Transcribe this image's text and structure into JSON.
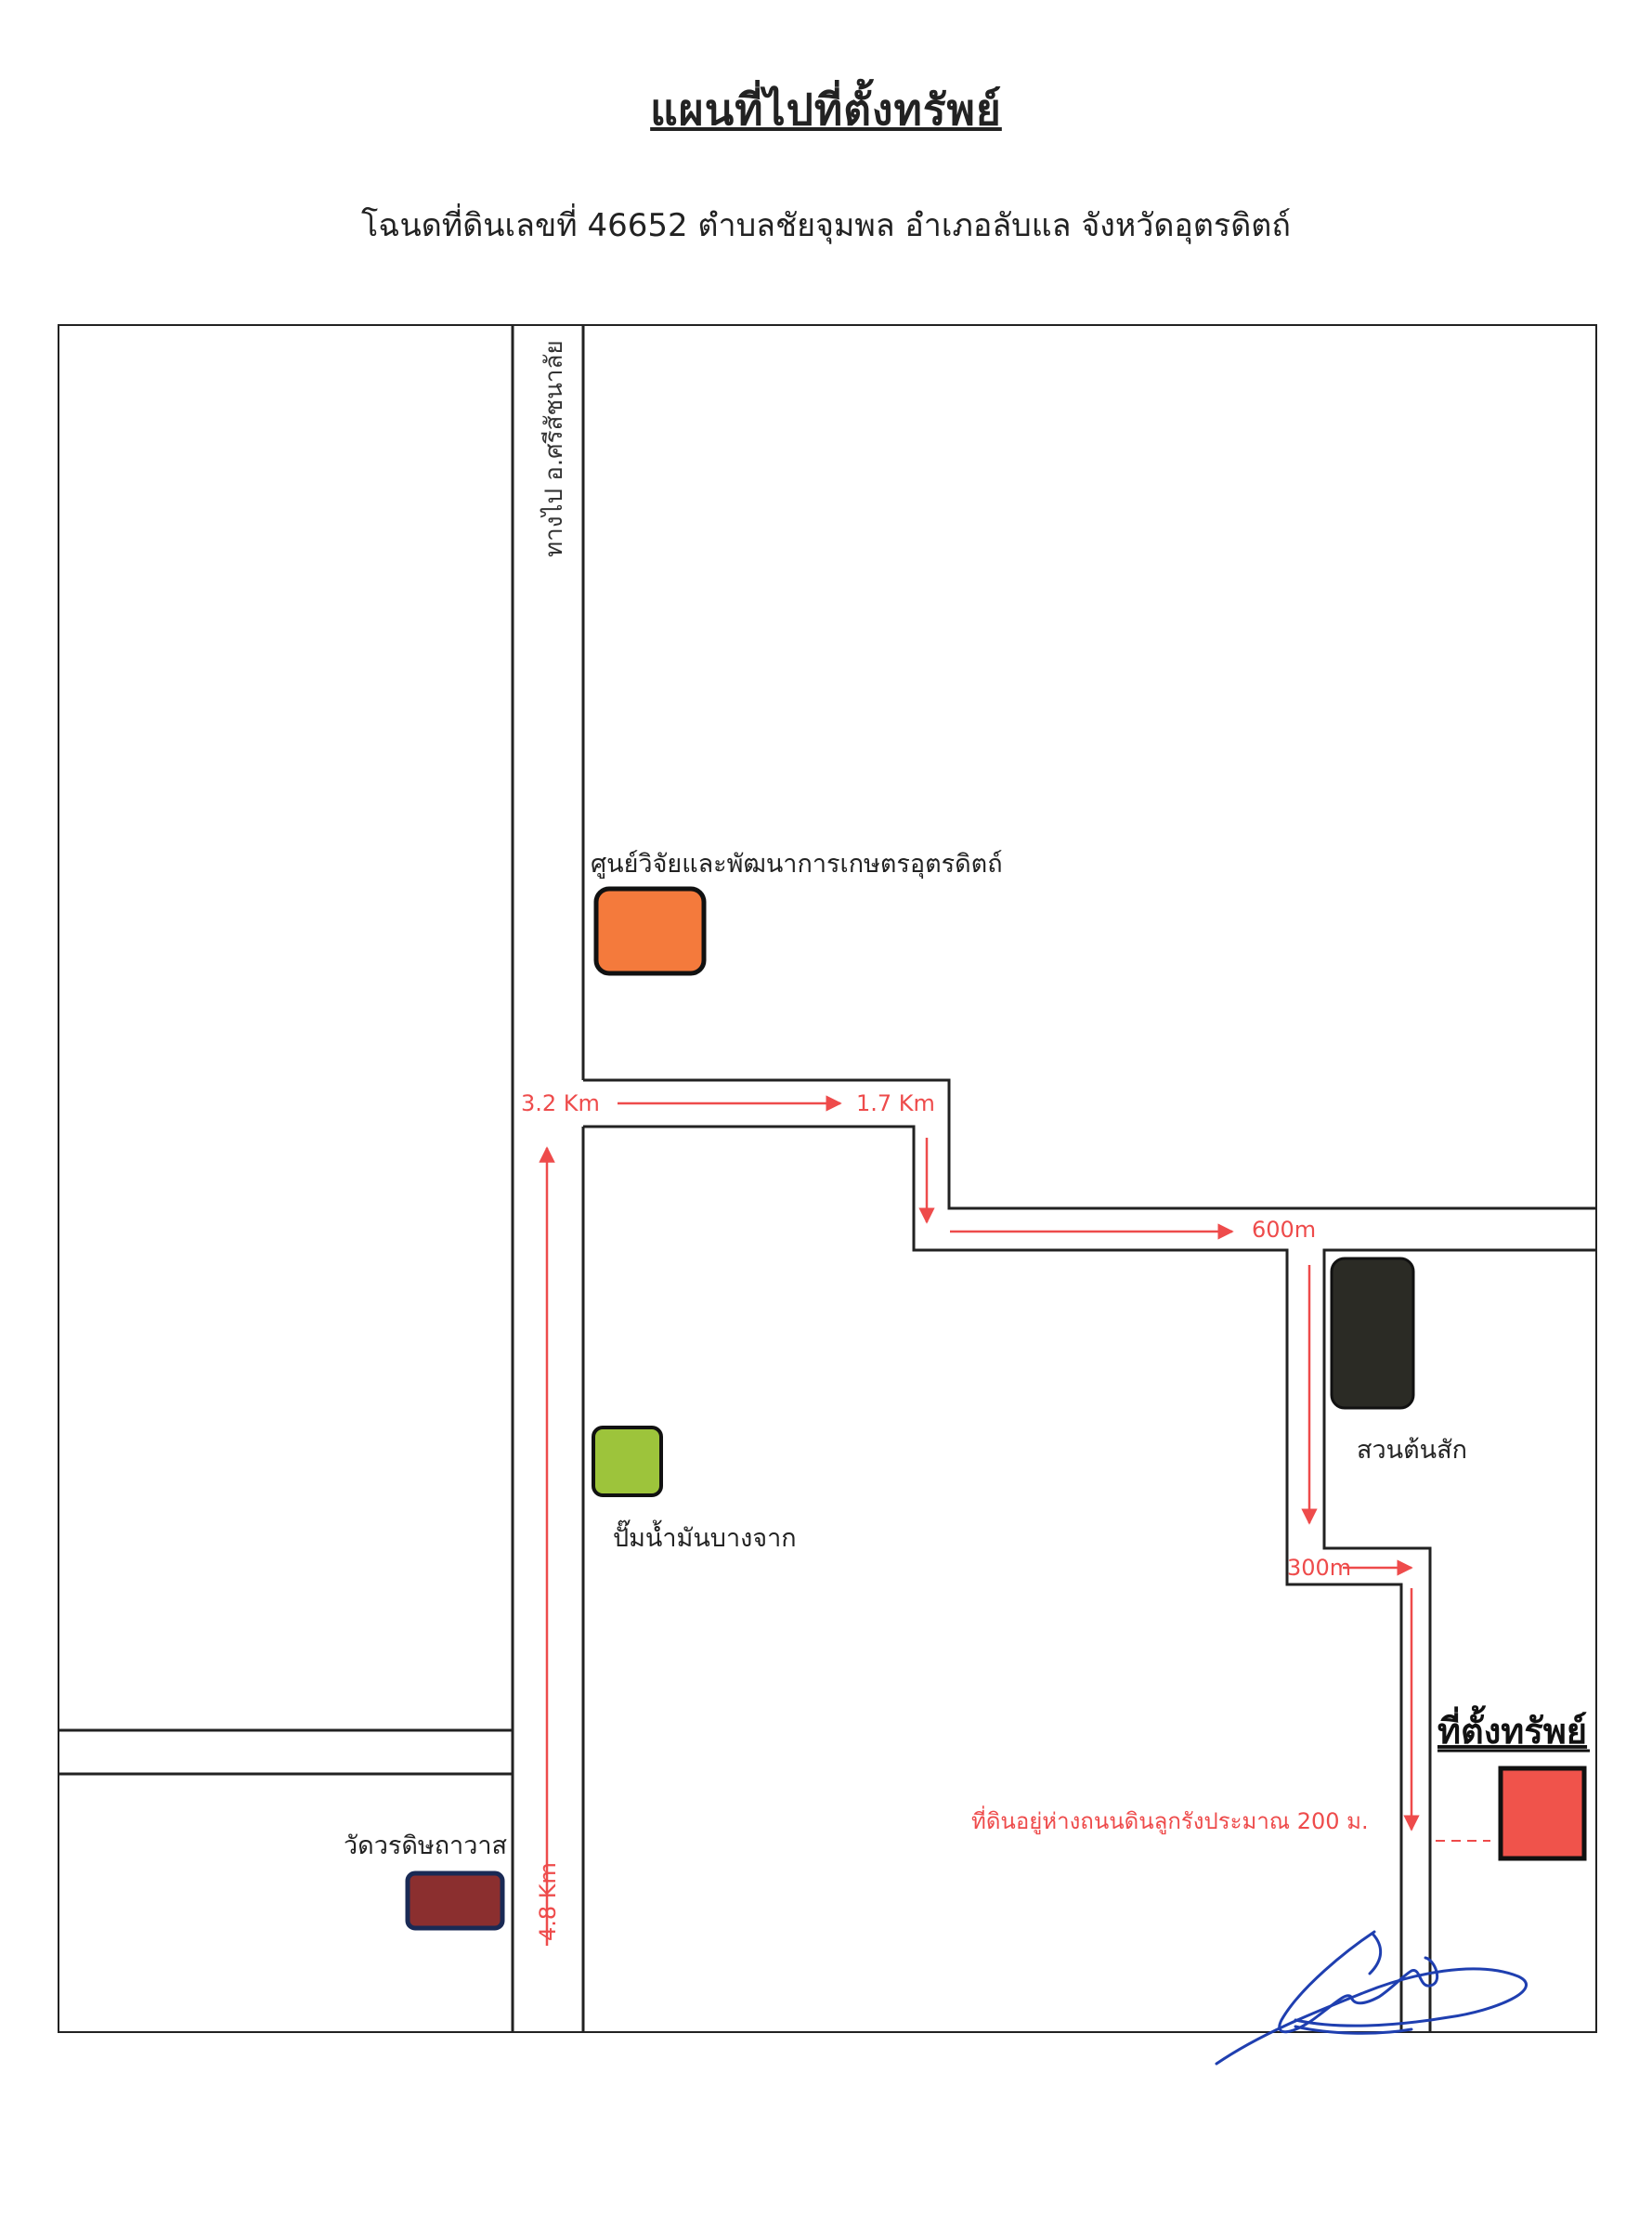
{
  "header": {
    "title": "แผนที่ไปที่ตั้งทรัพย์",
    "subtitle": "โฉนดที่ดินเลขที่ 46652 ตำบลชัยจุมพล อำเภอลับแล จังหวัดอุตรดิตถ์"
  },
  "map": {
    "road_label": "ทางไป อ.ศรีสัชนาลัย",
    "landmarks": {
      "research_center": "ศูนย์วิจัยและพัฒนาการเกษตรอุตรดิตถ์",
      "gas_station": "ปั๊มน้ำมันบางจาก",
      "teak_garden": "สวนต้นสัก",
      "temple": "วัดวรดิษถาวาส",
      "property": "ที่ตั้งทรัพย์"
    },
    "distances": {
      "d1": "3.2 Km",
      "d2": "1.7 Km",
      "d3": "600m",
      "d4": "300m",
      "d5": "4.8 Km"
    },
    "note": "ที่ดินอยู่ห่างถนนดินลูกรังประมาณ 200 ม.",
    "colors": {
      "research_center": "#f47a3c",
      "gas_station": "#9dc43b",
      "teak_garden": "#2b2b25",
      "temple": "#8b2f2f",
      "property": "#f0534b",
      "route": "#ee4b4b",
      "signature": "#1f3fb0"
    },
    "icons": [
      "route-arrow-icon",
      "signature-mark"
    ]
  }
}
